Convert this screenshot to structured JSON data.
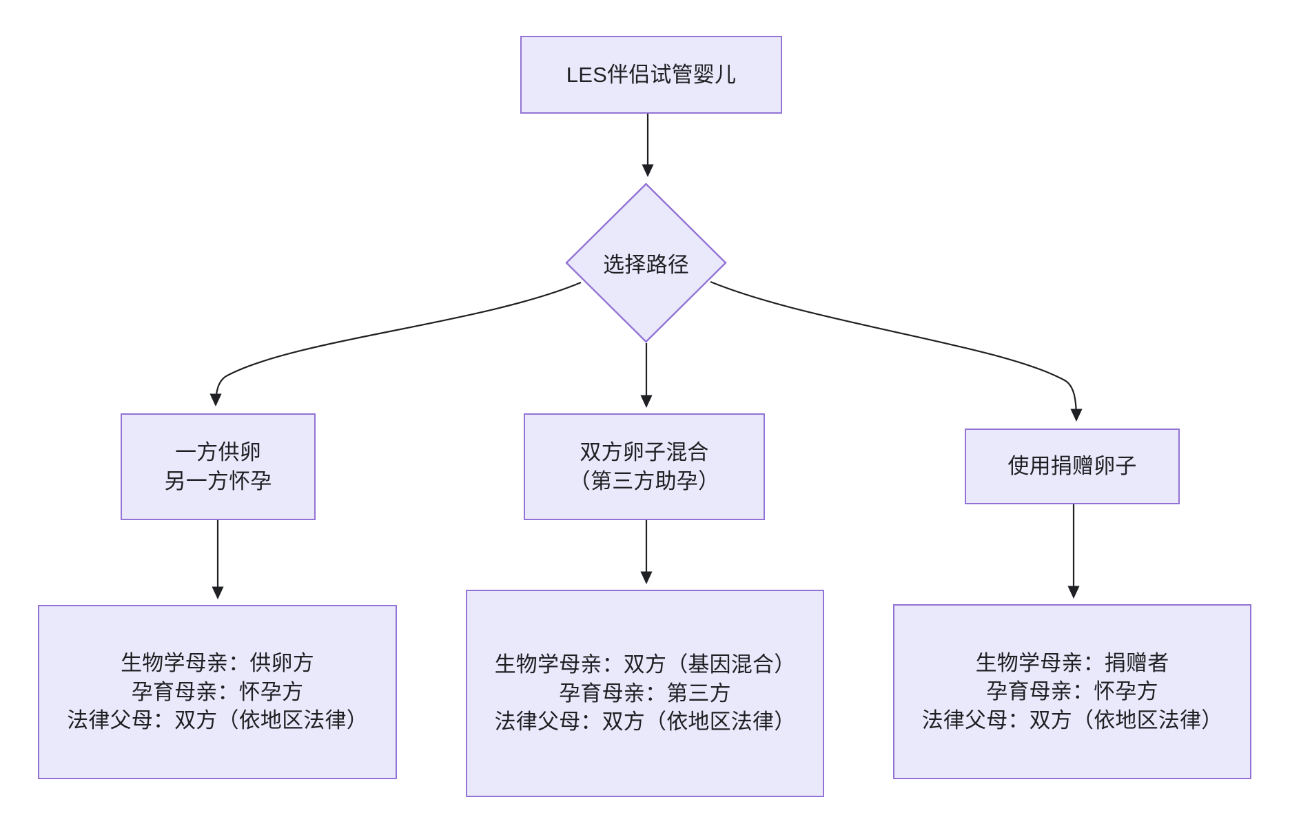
{
  "diagram": {
    "type": "flowchart",
    "direction": "top-down",
    "theme": {
      "node_fill": "#eae9fc",
      "node_border": "#9272d4",
      "edge_color": "#1f2023",
      "text_color": "#1f2023",
      "background": "#ffffff"
    },
    "nodes": {
      "start": {
        "id": "start",
        "shape": "rectangle",
        "label": "LES伴侣试管婴儿"
      },
      "decision": {
        "id": "decision",
        "shape": "diamond",
        "label": "选择路径"
      },
      "path_a": {
        "id": "path_a",
        "shape": "rectangle",
        "label": "一方供卵\n另一方怀孕"
      },
      "path_b": {
        "id": "path_b",
        "shape": "rectangle",
        "label": "双方卵子混合\n（第三方助孕）"
      },
      "path_c": {
        "id": "path_c",
        "shape": "rectangle",
        "label": "使用捐赠卵子"
      },
      "out_a": {
        "id": "out_a",
        "shape": "rectangle",
        "label": "生物学母亲：供卵方\n孕育母亲：怀孕方\n法律父母：双方（依地区法律）"
      },
      "out_b": {
        "id": "out_b",
        "shape": "rectangle",
        "label": "生物学母亲：双方（基因混合）\n孕育母亲：第三方\n法律父母：双方（依地区法律）"
      },
      "out_c": {
        "id": "out_c",
        "shape": "rectangle",
        "label": "生物学母亲：捐赠者\n孕育母亲：怀孕方\n法律父母：双方（依地区法律）"
      }
    },
    "edges": [
      {
        "from": "start",
        "to": "decision",
        "label": ""
      },
      {
        "from": "decision",
        "to": "path_a",
        "label": ""
      },
      {
        "from": "decision",
        "to": "path_b",
        "label": ""
      },
      {
        "from": "decision",
        "to": "path_c",
        "label": ""
      },
      {
        "from": "path_a",
        "to": "out_a",
        "label": ""
      },
      {
        "from": "path_b",
        "to": "out_b",
        "label": ""
      },
      {
        "from": "path_c",
        "to": "out_c",
        "label": ""
      }
    ]
  }
}
